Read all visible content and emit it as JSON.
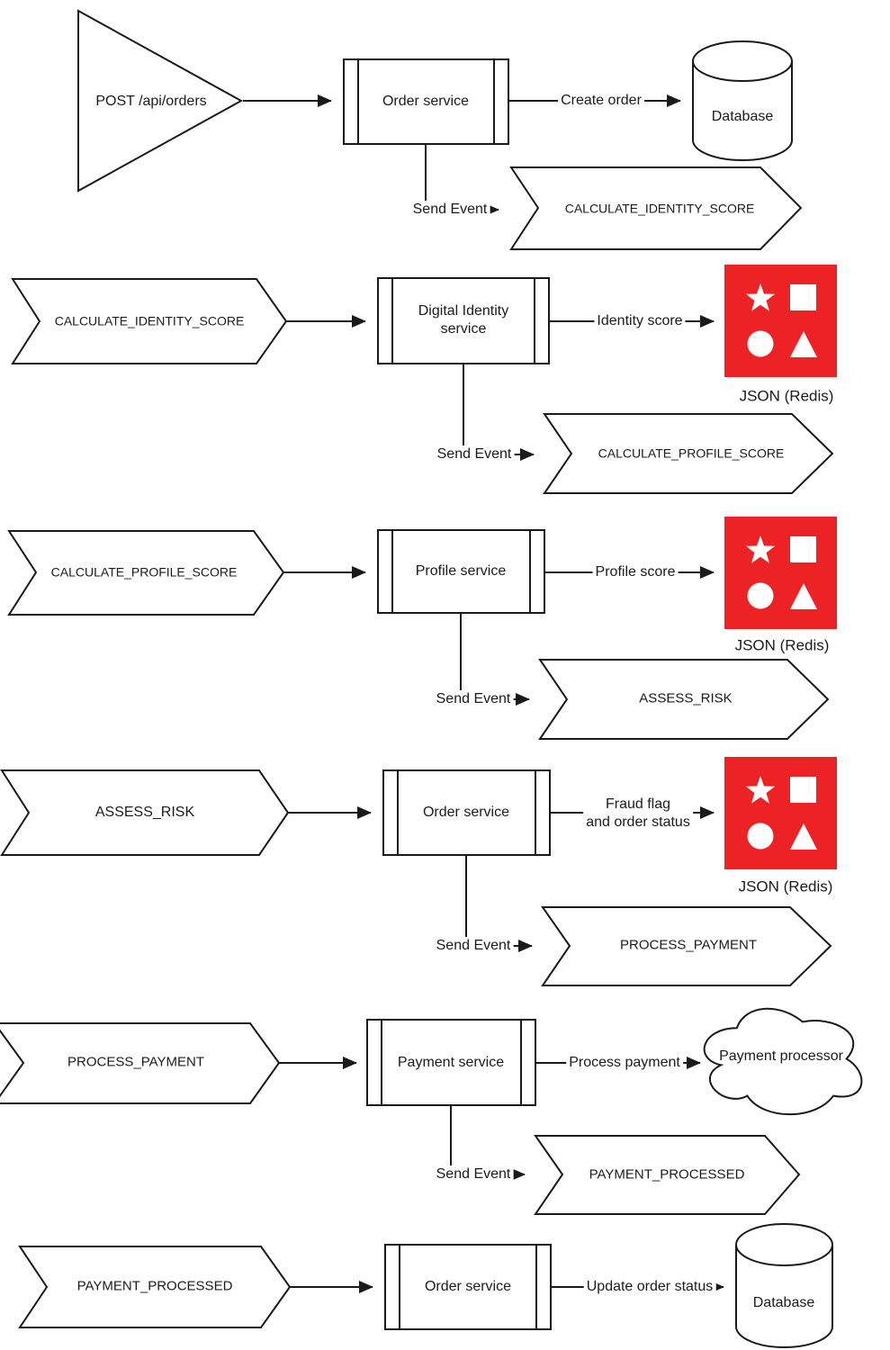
{
  "colors": {
    "redis_red": "#ED2224",
    "stroke": "#1A1A1A",
    "background": "#FFFFFF"
  },
  "icons": {
    "redis_module_icon": [
      "star",
      "square",
      "circle",
      "triangle"
    ],
    "database_icon": "cylinder",
    "external_system_icon": "cloud",
    "event_icon": "chevron-arrow",
    "trigger_icon": "triangle"
  },
  "rows": [
    {
      "trigger": "POST /api/orders",
      "service": "Order service",
      "output_edge": "Create order",
      "target": "Database",
      "event_edge": "Send Event",
      "event_out": "CALCULATE_IDENTITY_SCORE"
    },
    {
      "event_in": "CALCULATE_IDENTITY_SCORE",
      "service": "Digital Identity service",
      "output_edge": "Identity score",
      "target": "JSON (Redis)",
      "event_edge": "Send Event",
      "event_out": "CALCULATE_PROFILE_SCORE"
    },
    {
      "event_in": "CALCULATE_PROFILE_SCORE",
      "service": "Profile service",
      "output_edge": "Profile score",
      "target": "JSON (Redis)",
      "event_edge": "Send Event",
      "event_out": "ASSESS_RISK"
    },
    {
      "event_in": "ASSESS_RISK",
      "service": "Order service",
      "output_edge_line1": "Fraud flag",
      "output_edge_line2": "and order status",
      "target": "JSON (Redis)",
      "event_edge": "Send Event",
      "event_out": "PROCESS_PAYMENT"
    },
    {
      "event_in": "PROCESS_PAYMENT",
      "service": "Payment service",
      "output_edge": "Process payment",
      "target": "Payment processor",
      "event_edge": "Send Event",
      "event_out": "PAYMENT_PROCESSED"
    },
    {
      "event_in": "PAYMENT_PROCESSED",
      "service": "Order service",
      "output_edge": "Update order status",
      "target": "Database"
    }
  ]
}
